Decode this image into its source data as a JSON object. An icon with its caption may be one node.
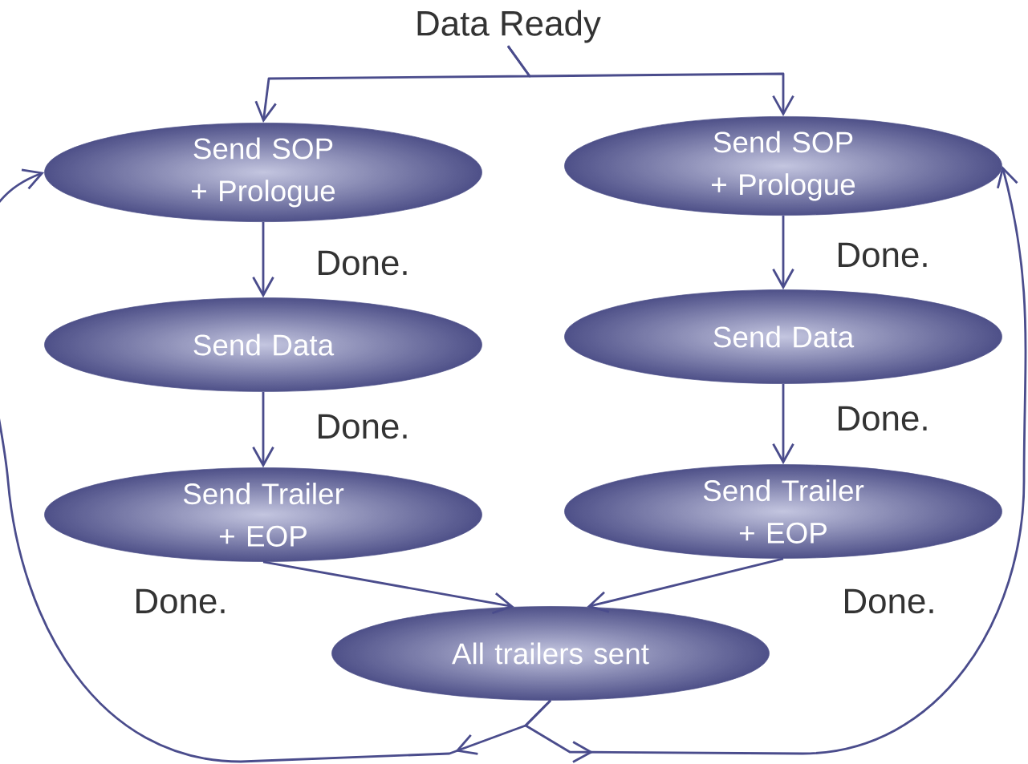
{
  "diagram": {
    "nodes": [
      {
        "text": [
          "Data Ready"
        ]
      },
      {
        "text": [
          "Send SOP + Prologue"
        ]
      },
      {
        "text": [
          "Send Data"
        ]
      },
      {
        "text": [
          "Send Trailer + EOP"
        ]
      },
      {
        "text": [
          "Send SOP + Prologue"
        ]
      },
      {
        "text": [
          "Send Data"
        ]
      },
      {
        "text": [
          "Send Trailer + EOP"
        ]
      },
      {
        "text": [
          "All trailers sent"
        ]
      }
    ],
    "edges": [
      {
        "from": 0,
        "to": 1,
        "arrow": "to"
      },
      {
        "from": 0,
        "to": 4,
        "arrow": "to"
      },
      {
        "from": 1,
        "to": 2,
        "arrow": "to",
        "label": "Done."
      },
      {
        "from": 2,
        "to": 3,
        "arrow": "to",
        "label": "Done."
      },
      {
        "from": 4,
        "to": 5,
        "arrow": "to",
        "label": "Done."
      },
      {
        "from": 5,
        "to": 6,
        "arrow": "to",
        "label": "Done."
      },
      {
        "from": 3,
        "to": 7,
        "arrow": "to",
        "label": "Done."
      },
      {
        "from": 6,
        "to": 7,
        "arrow": "to",
        "label": "Done."
      },
      {
        "from": 7,
        "to": 1,
        "arrow": "to"
      },
      {
        "from": 7,
        "to": 4,
        "arrow": "to"
      }
    ]
  }
}
